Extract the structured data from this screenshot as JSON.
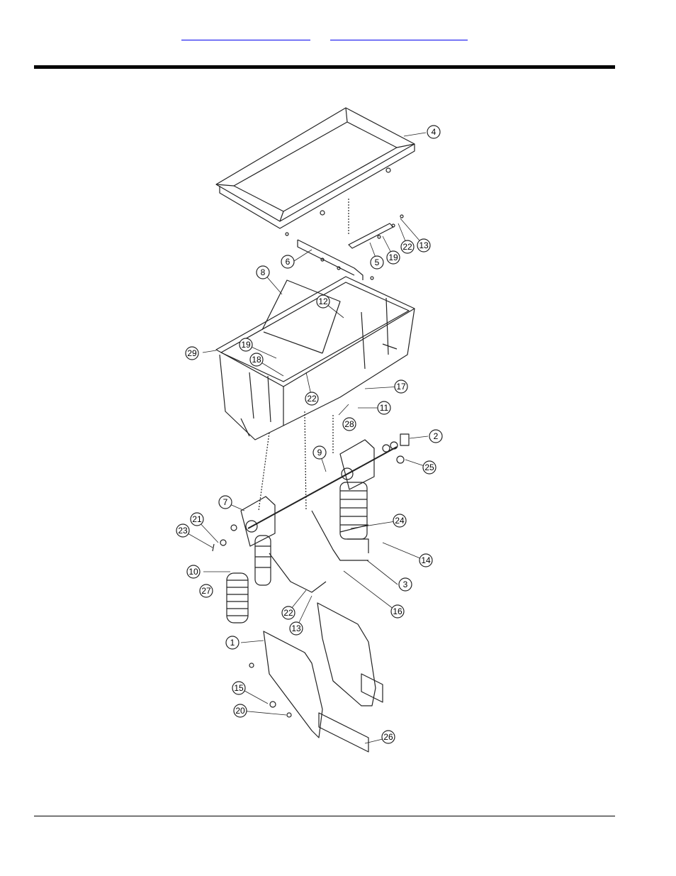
{
  "header": {
    "link_1": "",
    "link_2": ""
  },
  "callouts": [
    "1",
    "2",
    "3",
    "4",
    "5",
    "6",
    "7",
    "8",
    "9",
    "10",
    "11",
    "12",
    "13",
    "13",
    "14",
    "15",
    "16",
    "17",
    "18",
    "19",
    "19",
    "20",
    "21",
    "22",
    "22",
    "22",
    "23",
    "24",
    "25",
    "26",
    "27",
    "28",
    "29"
  ]
}
